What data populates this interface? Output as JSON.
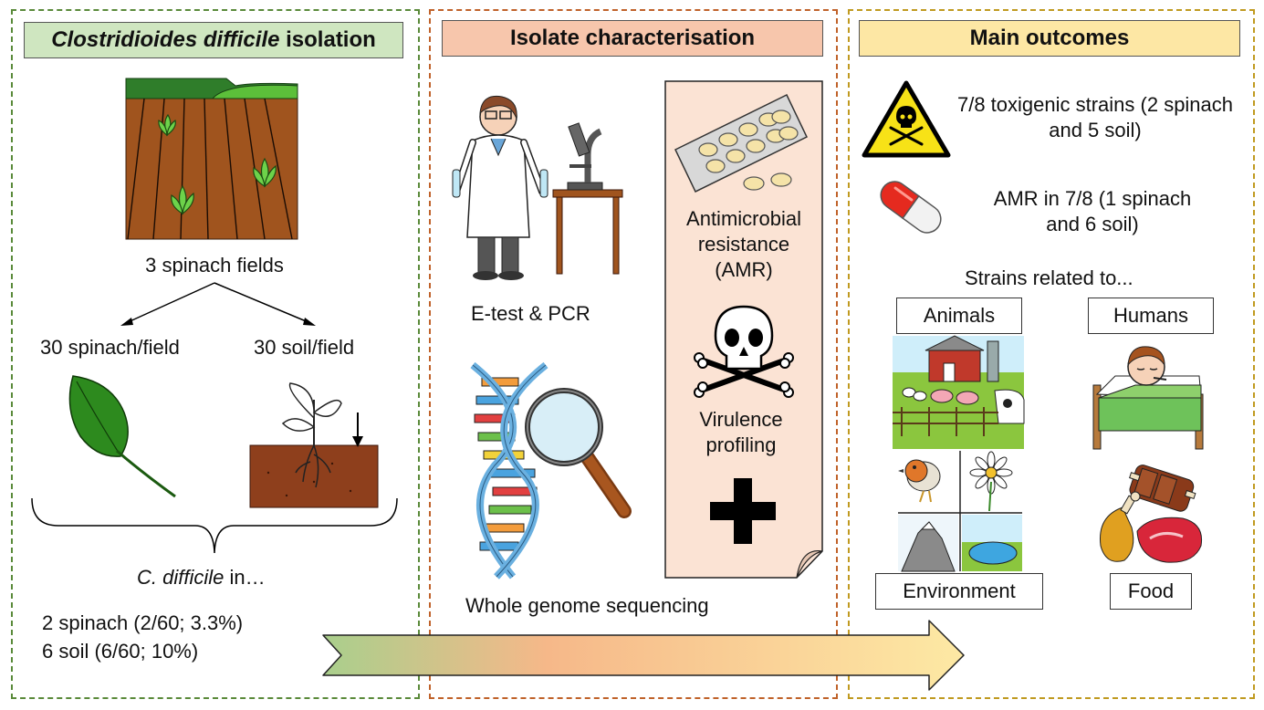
{
  "panels": {
    "isolation": {
      "title_italic": "Clostridioides difficile",
      "title_rest": " isolation",
      "fields_label": "3 spinach fields",
      "spinach_label": "30 spinach/field",
      "soil_label": "30 soil/field",
      "cdiff_italic": "C. difficile",
      "cdiff_rest": " in…",
      "result_spinach": "2 spinach (2/60; 3.3%)",
      "result_soil": "6 soil (6/60; 10%)"
    },
    "characterisation": {
      "title": "Isolate characterisation",
      "etest_label": "E-test & PCR",
      "wgs_label": "Whole genome sequencing",
      "amr_label": "Antimicrobial resistance (AMR)",
      "virulence_label": "Virulence profiling"
    },
    "outcomes": {
      "title": "Main outcomes",
      "toxigenic_text": "7/8 toxigenic strains (2 spinach and 5 soil)",
      "amr_text": "AMR in 7/8 (1 spinach and 6 soil)",
      "related_text": "Strains related to...",
      "labels": {
        "animals": "Animals",
        "humans": "Humans",
        "environment": "Environment",
        "food": "Food"
      }
    }
  },
  "colors": {
    "isolation_border": "#5a8a3a",
    "isolation_header": "#cfe6c0",
    "characterisation_border": "#c0622a",
    "characterisation_header": "#f7c6ac",
    "outcomes_border": "#c09a20",
    "outcomes_header": "#fde7a4",
    "arrow_start": "#a9cf8c",
    "arrow_mid": "#f6b889",
    "arrow_end": "#fde9a4",
    "note_fill": "#fbe3d4"
  }
}
